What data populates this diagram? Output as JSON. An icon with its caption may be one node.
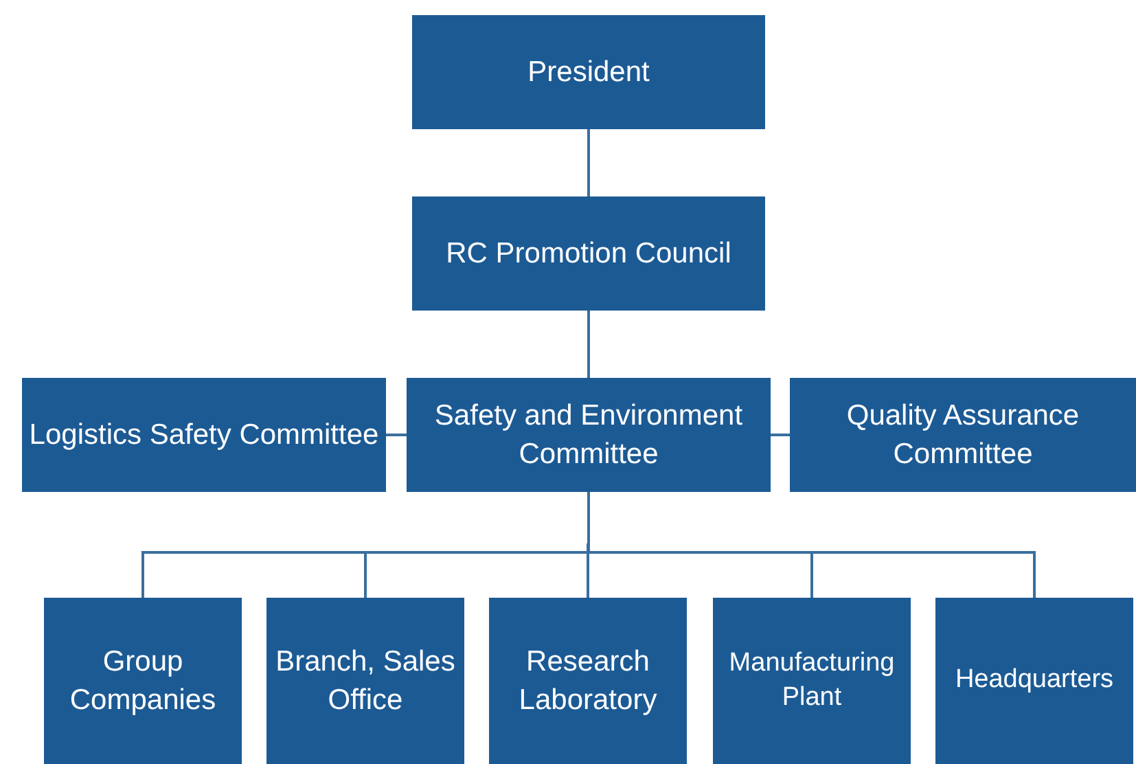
{
  "diagram": {
    "nodes": [
      {
        "text": [
          "President"
        ]
      },
      {
        "text": [
          "RC Promotion Council"
        ]
      },
      {
        "text": [
          "Logistics Safety Committee"
        ]
      },
      {
        "text": [
          "Safety and Environment Committee"
        ]
      },
      {
        "text": [
          "Quality Assurance Committee"
        ]
      },
      {
        "text": [
          "Group Companies"
        ]
      },
      {
        "text": [
          "Branch, Sales Office"
        ]
      },
      {
        "text": [
          "Research Laboratory"
        ]
      },
      {
        "text": [
          "Manufacturing Plant"
        ]
      },
      {
        "text": [
          "Headquarters"
        ]
      }
    ],
    "edges": [
      {
        "from": 0,
        "to": 1,
        "arrow": "none"
      },
      {
        "from": 1,
        "to": 3,
        "arrow": "none"
      },
      {
        "from": 3,
        "to": 2,
        "arrow": "none"
      },
      {
        "from": 3,
        "to": 4,
        "arrow": "none"
      },
      {
        "from": 3,
        "to": 5,
        "arrow": "none"
      },
      {
        "from": 3,
        "to": 6,
        "arrow": "none"
      },
      {
        "from": 3,
        "to": 7,
        "arrow": "none"
      },
      {
        "from": 3,
        "to": 8,
        "arrow": "none"
      },
      {
        "from": 3,
        "to": 9,
        "arrow": "none"
      }
    ]
  }
}
